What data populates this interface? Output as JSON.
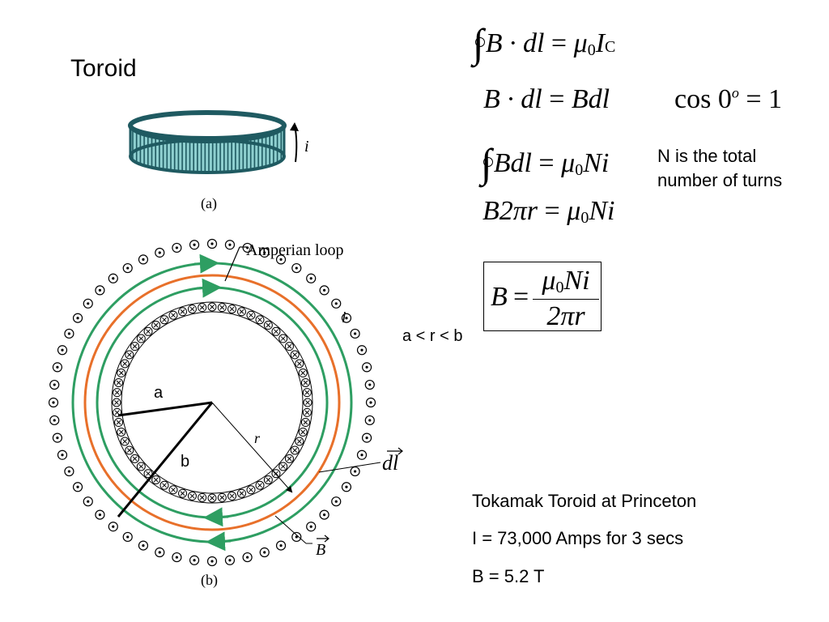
{
  "title": "Toroid",
  "fig_a": {
    "caption": "(a)",
    "current_label": "i",
    "colors": {
      "coil": "#8ecfcf",
      "wire": "#1f5a61"
    }
  },
  "fig_b": {
    "caption": "(b)",
    "amperian_label": "Amperian loop",
    "current_label": "i",
    "r_label": "r",
    "a_label": "a",
    "b_label": "b",
    "dl_label": "dl",
    "B_label": "B",
    "colors": {
      "green": "#2e9e62",
      "orange": "#e8702a"
    }
  },
  "equations": {
    "eq1": {
      "lhs": "B · dl",
      "rhs_mu": "μ",
      "rhs_sub": "0",
      "rhs_i": "I",
      "rhs_isub": "C"
    },
    "eq2": {
      "lhs": "B · dl",
      "rhs": "Bdl",
      "cos": "cos 0",
      "cos_sup": "o",
      "cos_rhs": "1"
    },
    "eq3": {
      "lhs": "Bdl",
      "mu": "μ",
      "sub": "0",
      "rhs": "Ni"
    },
    "eq4": {
      "lhs": "B2πr",
      "mu": "μ",
      "sub": "0",
      "rhs": "Ni"
    },
    "final": {
      "lhs": "B",
      "num_mu": "μ",
      "num_sub": "0",
      "num_rest": "Ni",
      "den": "2πr"
    }
  },
  "note": {
    "line1": "N is the total",
    "line2": "number of turns"
  },
  "range_label": "a < r < b",
  "info": {
    "line1": "Tokamak Toroid at Princeton",
    "line2": "I = 73,000 Amps for 3 secs",
    "line3": "B = 5.2 T"
  }
}
